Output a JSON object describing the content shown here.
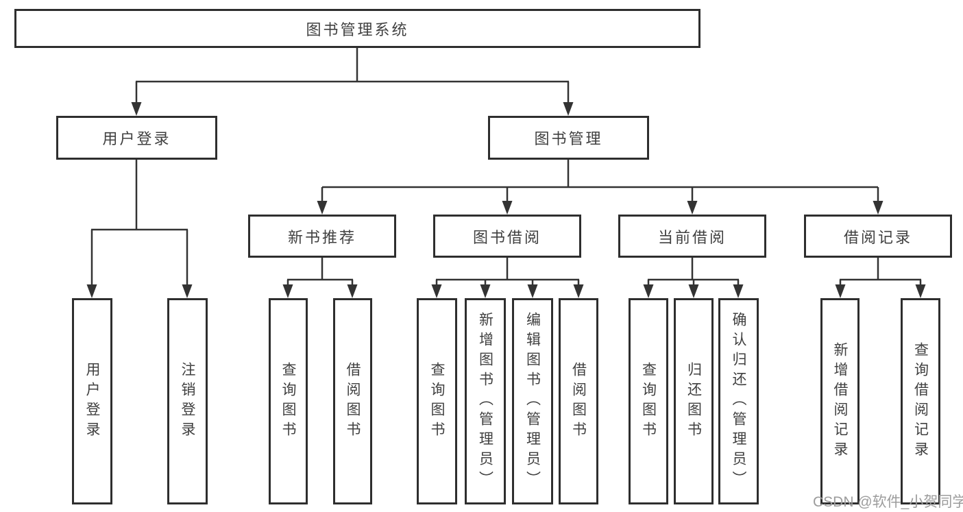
{
  "diagram": {
    "root": {
      "label": "图书管理系统",
      "children": [
        {
          "label": "用户登录",
          "children": [
            {
              "label": "用户登录"
            },
            {
              "label": "注销登录"
            }
          ]
        },
        {
          "label": "图书管理",
          "children": [
            {
              "label": "新书推荐",
              "children": [
                {
                  "label": "查询图书"
                },
                {
                  "label": "借阅图书"
                }
              ]
            },
            {
              "label": "图书借阅",
              "children": [
                {
                  "label": "查询图书"
                },
                {
                  "label": "新增图书（管理员）"
                },
                {
                  "label": "编辑图书（管理员）"
                },
                {
                  "label": "借阅图书"
                }
              ]
            },
            {
              "label": "当前借阅",
              "children": [
                {
                  "label": "查询图书"
                },
                {
                  "label": "归还图书"
                },
                {
                  "label": "确认归还（管理员）"
                }
              ]
            },
            {
              "label": "借阅记录",
              "children": [
                {
                  "label": "新增借阅记录"
                },
                {
                  "label": "查询借阅记录"
                }
              ]
            }
          ]
        }
      ]
    },
    "colors": {
      "line": "#333333",
      "box_border": "#2e2e2e",
      "box_fill": "#ffffff",
      "text": "#404040"
    }
  },
  "watermark": {
    "text": "CSDN @软件_小贺同学",
    "color": "#9c9c9c"
  }
}
